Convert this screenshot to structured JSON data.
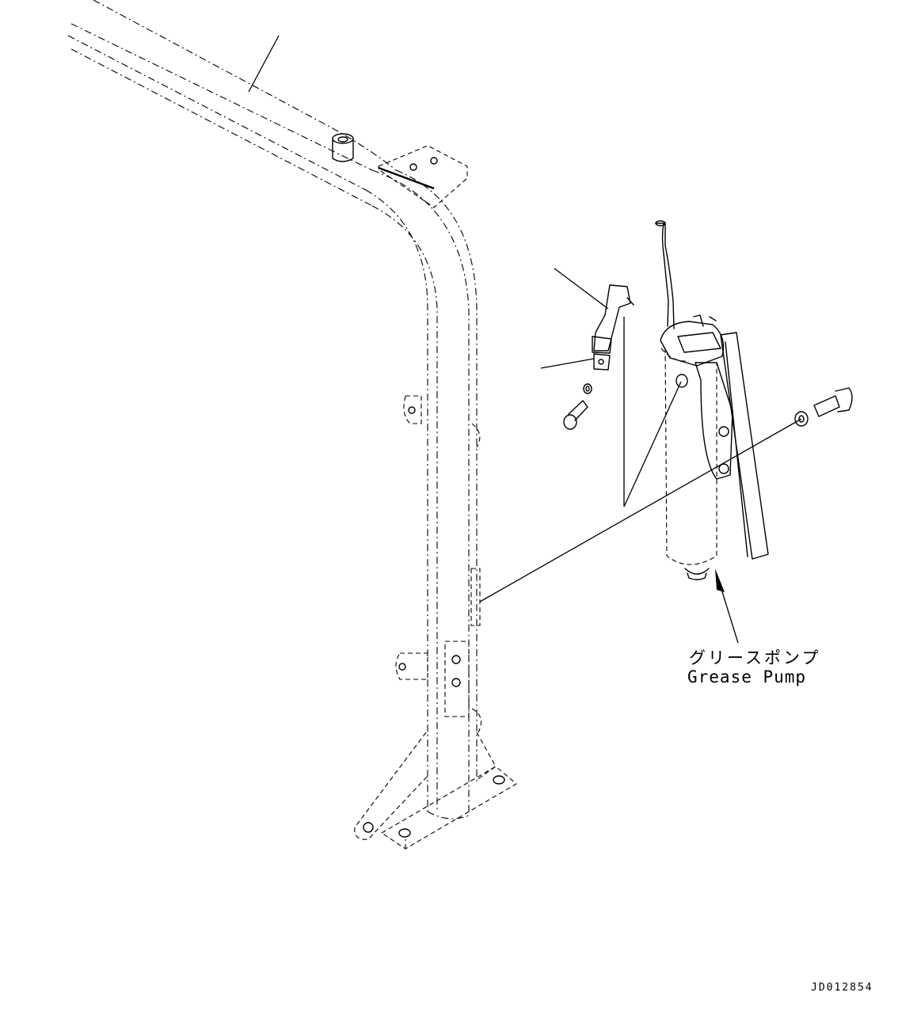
{
  "callout": {
    "label_jp": "グリースポンプ",
    "label_en": "Grease Pump"
  },
  "drawing_code": "JD012854",
  "parts": {
    "frame": "rops-frame-icon",
    "bracket": "bracket-icon",
    "pump": "grease-pump-icon",
    "fastener": "bolt-icon"
  }
}
